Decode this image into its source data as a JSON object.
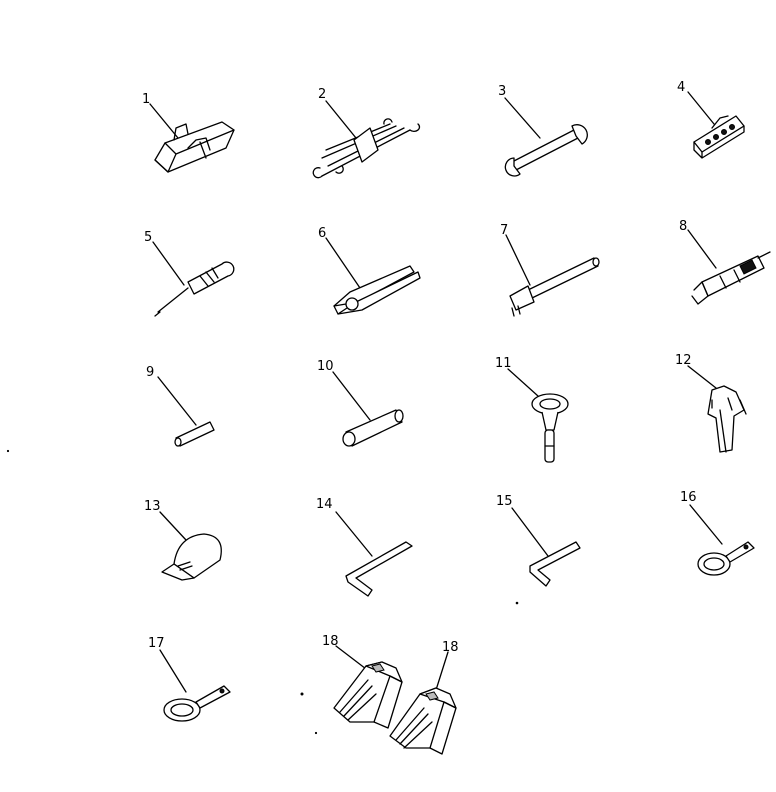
{
  "items": [
    {
      "label": "1",
      "icon": "tool-bag-icon"
    },
    {
      "label": "2",
      "icon": "wrench-set-icon"
    },
    {
      "label": "3",
      "icon": "open-end-wrench-icon"
    },
    {
      "label": "4",
      "icon": "socket-set-icon"
    },
    {
      "label": "5",
      "icon": "screwdriver-icon"
    },
    {
      "label": "6",
      "icon": "pliers-icon"
    },
    {
      "label": "7",
      "icon": "box-wrench-bar-icon"
    },
    {
      "label": "8",
      "icon": "grease-gun-icon"
    },
    {
      "label": "9",
      "icon": "short-pin-icon"
    },
    {
      "label": "10",
      "icon": "long-pin-icon"
    },
    {
      "label": "11",
      "icon": "funnel-icon"
    },
    {
      "label": "12",
      "icon": "gloves-icon"
    },
    {
      "label": "13",
      "icon": "cap-icon"
    },
    {
      "label": "14",
      "icon": "large-hex-key-icon"
    },
    {
      "label": "15",
      "icon": "small-hex-key-icon"
    },
    {
      "label": "16",
      "icon": "filter-wrench-icon"
    },
    {
      "label": "17",
      "icon": "filter-wrench-icon"
    },
    {
      "label": "18",
      "icon": "wheel-chock-icon"
    }
  ],
  "extra_labels": [
    {
      "label": "18"
    }
  ]
}
